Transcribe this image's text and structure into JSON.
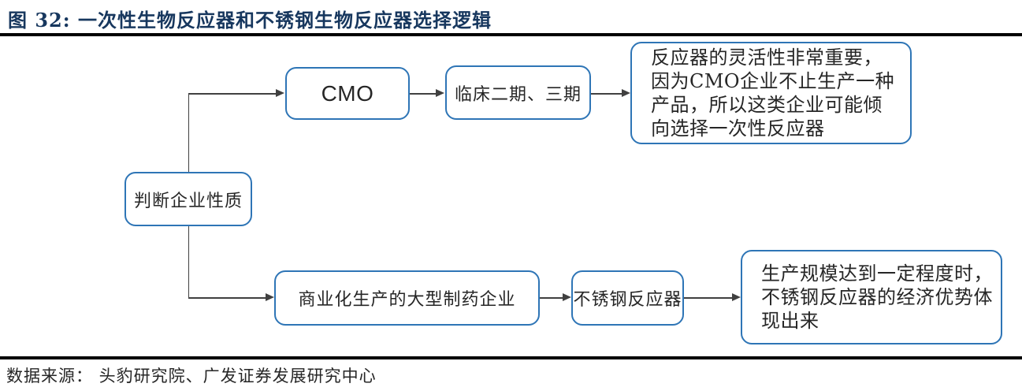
{
  "figure": {
    "title": "图 32:  一次性生物反应器和不锈钢生物反应器选择逻辑",
    "source": "数据来源： 头豹研究院、广发证券发展研究中心"
  },
  "flowchart": {
    "nodes": {
      "root": {
        "label": "判断企业性质"
      },
      "cmo": {
        "label": "CMO"
      },
      "clinical": {
        "label": "临床二期、三期"
      },
      "cmo_rationale": {
        "label": "反应器的灵活性非常重要，\n因为CMO企业不止生产一种\n产品，所以这类企业可能倾\n向选择一次性反应器"
      },
      "pharma": {
        "label": "商业化生产的大型制药企业"
      },
      "steel": {
        "label": "不锈钢反应器"
      },
      "steel_rationale": {
        "label": "生产规模达到一定程度时，\n不锈钢反应器的经济优势体\n现出来"
      }
    },
    "colors": {
      "node_border": "#2E75B6",
      "connector": "#404040",
      "title_text": "#17375E",
      "body_text": "#262626"
    }
  }
}
